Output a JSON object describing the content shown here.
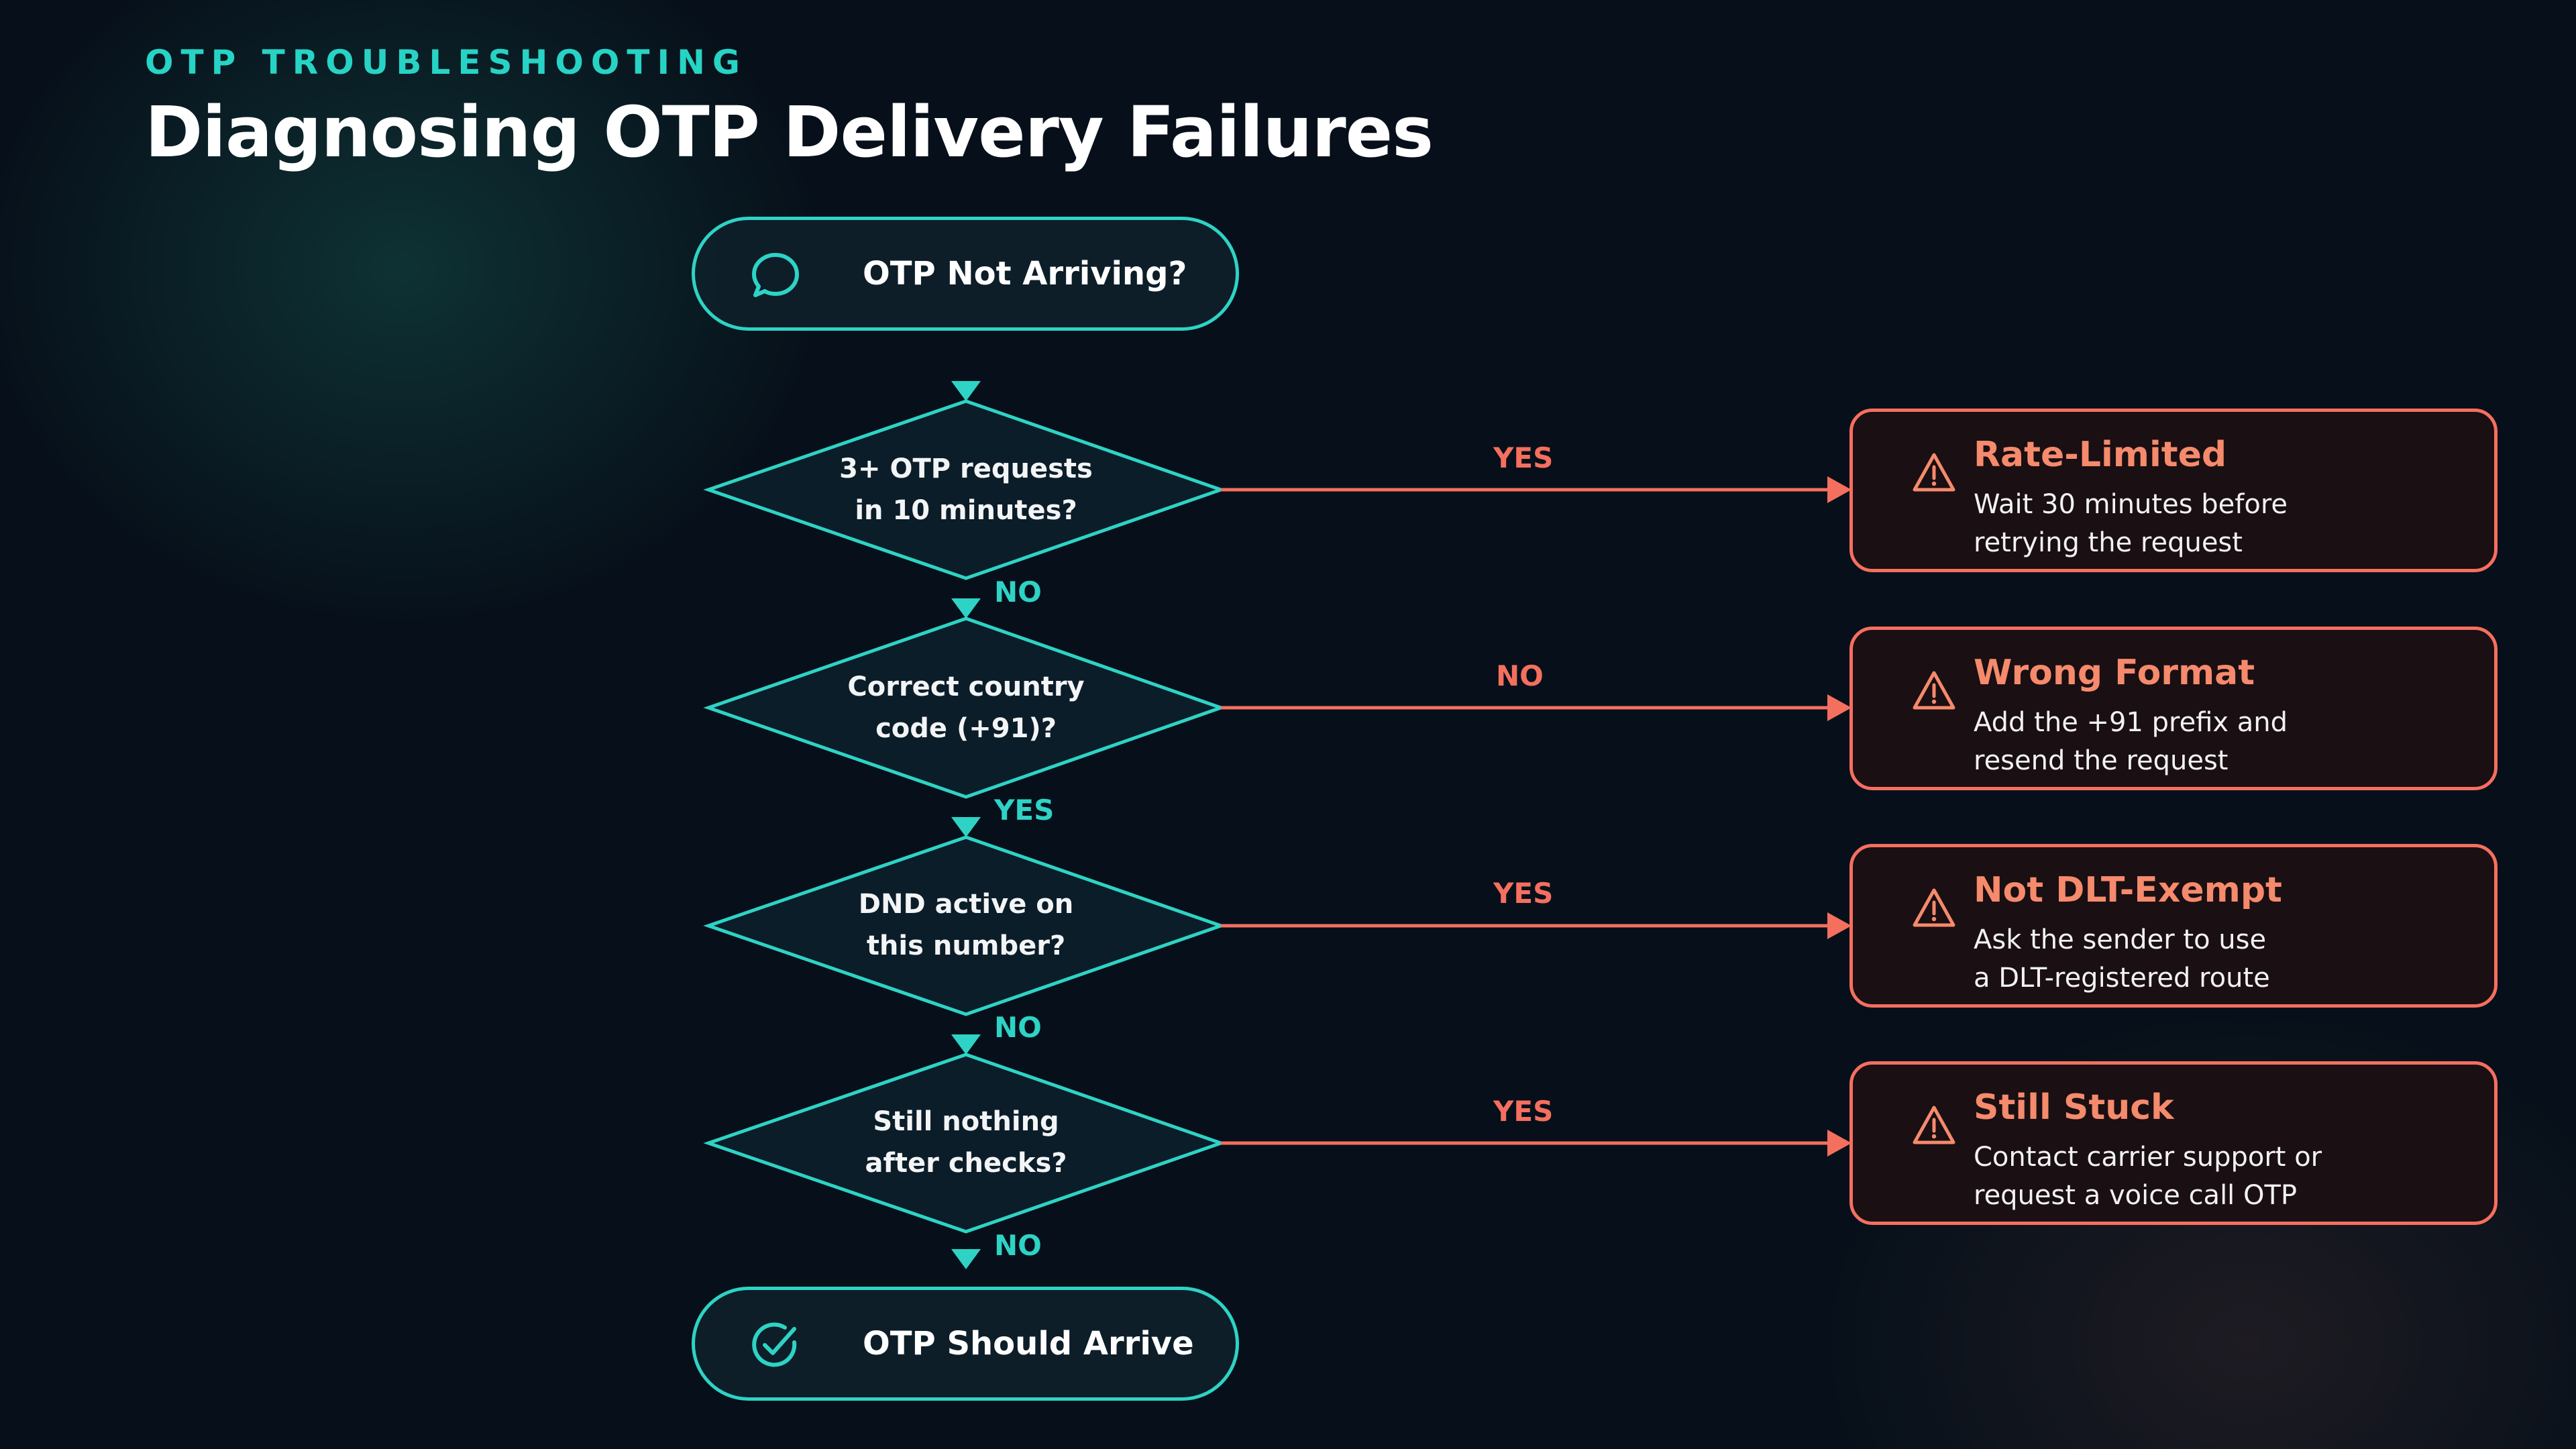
{
  "header": {
    "eyebrow": "OTP TROUBLESHOOTING",
    "title": "Diagnosing OTP Delivery Failures"
  },
  "start": {
    "label": "OTP Not Arriving?",
    "icon": "chat-bubble-icon"
  },
  "end": {
    "label": "OTP Should Arrive",
    "icon": "check-circle-icon"
  },
  "decisions": [
    {
      "line1": "3+ OTP requests",
      "line2": "in 10 minutes?",
      "side_label": "YES",
      "down_label": "NO",
      "outcome": {
        "title": "Rate-Limited",
        "line1": "Wait 30 minutes before",
        "line2": "retrying the request",
        "icon": "warning-icon"
      }
    },
    {
      "line1": "Correct country",
      "line2": "code (+91)?",
      "side_label": "NO",
      "down_label": "YES",
      "outcome": {
        "title": "Wrong Format",
        "line1": "Add the +91 prefix and",
        "line2": "resend the request",
        "icon": "warning-icon"
      }
    },
    {
      "line1": "DND active on",
      "line2": "this number?",
      "side_label": "YES",
      "down_label": "NO",
      "outcome": {
        "title": "Not DLT-Exempt",
        "line1": "Ask the sender to use",
        "line2": "a DLT-registered route",
        "icon": "warning-icon"
      }
    },
    {
      "line1": "Still nothing",
      "line2": "after checks?",
      "side_label": "YES",
      "down_label": "NO",
      "outcome": {
        "title": "Still Stuck",
        "line1": "Contact carrier support or",
        "line2": "request a voice call OTP",
        "icon": "warning-icon"
      }
    }
  ],
  "colors": {
    "teal": "#2ed3c5",
    "coral": "#f56f5f",
    "background": "#07101a"
  }
}
